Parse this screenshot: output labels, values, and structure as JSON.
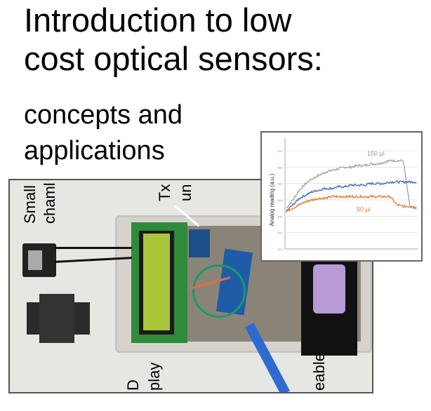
{
  "slide": {
    "title_line1": "Introduction to low",
    "title_line2": "cost optical sensors:",
    "subtitle_line1": "concepts and",
    "subtitle_line2": "applications"
  },
  "photo": {
    "labels": {
      "small_1": "Small",
      "small_2": "chaml",
      "tx_1": "Tx",
      "tx_2": "un",
      "display_1": "D",
      "display_2": "play",
      "eable": "eable"
    }
  },
  "chart_data": {
    "type": "line",
    "title": "",
    "xlabel": "",
    "ylabel": "Analog reading (a.u.)",
    "ylim": [
      510,
      570
    ],
    "yticks": [
      "510",
      "520",
      "530",
      "540",
      "550",
      "560",
      "570"
    ],
    "grid": true,
    "annotations": [
      "150 µl",
      "50 µl"
    ],
    "series": [
      {
        "name": "150 µl",
        "color": "#a0a0a0",
        "values": [
          535,
          540,
          546,
          550,
          553,
          555,
          557,
          558,
          559,
          560,
          560,
          561,
          561,
          562,
          562,
          563,
          564,
          564,
          564,
          536,
          535
        ]
      },
      {
        "name": "",
        "color": "#3a66c4",
        "values": [
          533,
          537,
          541,
          543,
          545,
          546,
          547,
          547,
          548,
          548,
          549,
          549,
          549,
          550,
          550,
          550,
          551,
          551,
          551,
          551,
          551
        ]
      },
      {
        "name": "50 µl",
        "color": "#e8782a",
        "values": [
          533,
          535,
          537,
          539,
          540,
          541,
          541,
          542,
          542,
          542,
          542,
          542,
          542,
          542,
          542,
          542,
          542,
          537,
          536,
          536,
          535
        ]
      }
    ]
  }
}
